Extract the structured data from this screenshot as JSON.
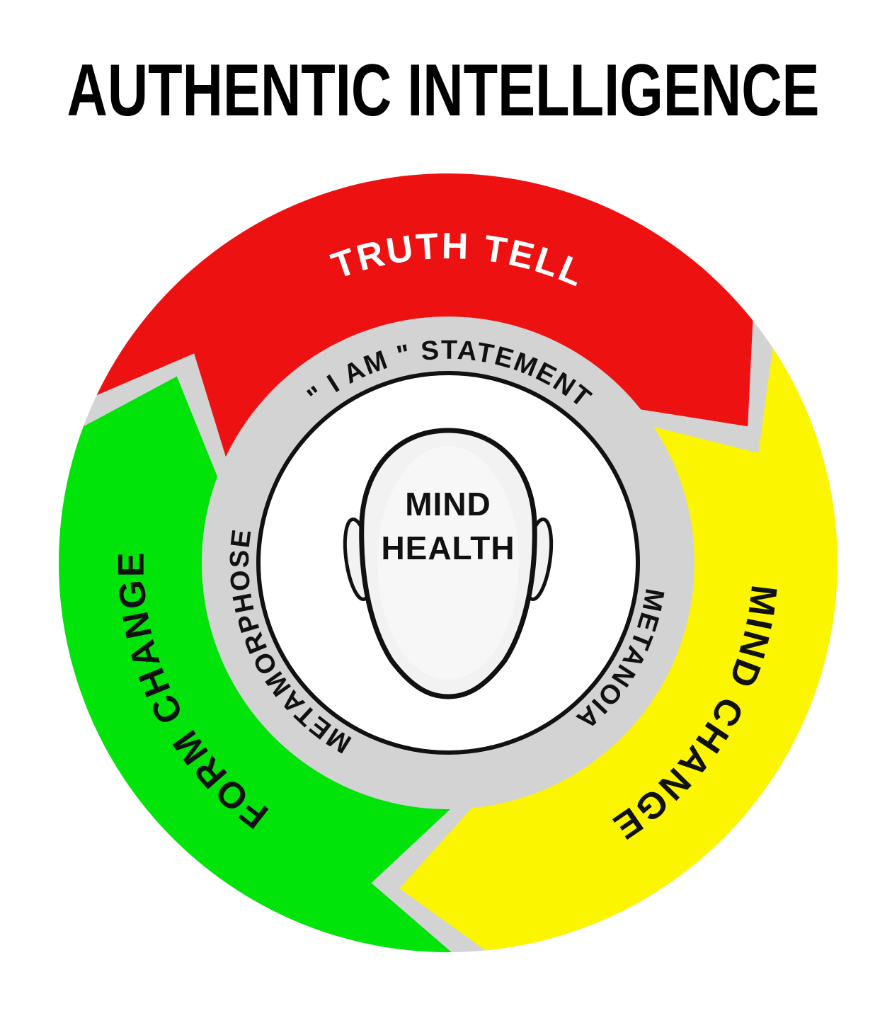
{
  "title": "AUTHENTIC INTELLIGENCE",
  "diagram": {
    "cycle_direction": "clockwise",
    "outer_segments": [
      {
        "id": "truth-tell",
        "label": "TRUTH TELL",
        "color": "#EE1111",
        "text_color": "#FFFFFF",
        "position": "top"
      },
      {
        "id": "mind-change",
        "label": "MIND CHANGE",
        "color": "#FCF500",
        "text_color": "#111111",
        "position": "right"
      },
      {
        "id": "form-change",
        "label": "FORM CHANGE",
        "color": "#00E40A",
        "text_color": "#111111",
        "position": "left"
      }
    ],
    "ring_labels": [
      {
        "id": "i-am-statement",
        "label": "\" I AM \" STATEMENT",
        "position": "top"
      },
      {
        "id": "metanoia",
        "label": "METANOIA",
        "position": "right"
      },
      {
        "id": "metamorphose",
        "label": "METAMORPHOSE",
        "position": "left"
      }
    ],
    "center": {
      "line1": "MIND",
      "line2": "HEALTH"
    },
    "colors": {
      "ring_gray": "#D3D3D3",
      "outline_black": "#111111",
      "face_fill": "#F2F2F2",
      "face_highlight": "#F7F7F7",
      "background": "#FFFFFF",
      "title_color": "#000000"
    }
  }
}
